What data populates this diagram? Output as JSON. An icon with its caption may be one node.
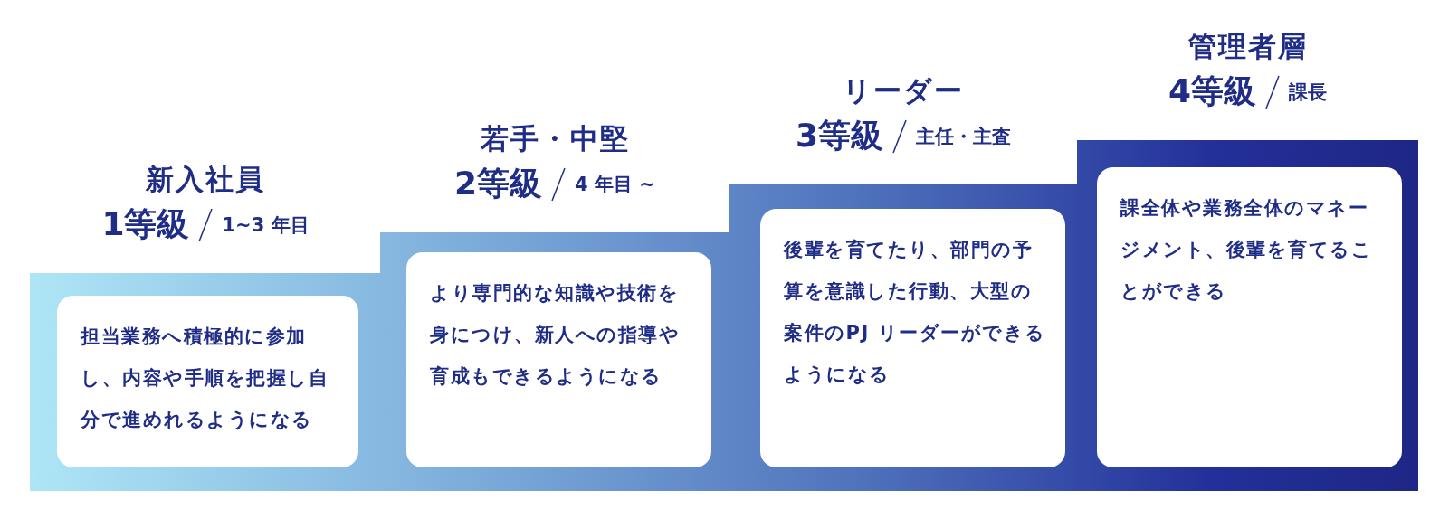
{
  "diagram": {
    "nodes": [
      {
        "text": [
          "新入社員",
          "1等級",
          "1~3 年目"
        ]
      },
      {
        "text": [
          "担当業務へ積極的に参加し、内容や手順を把握し自分で進めれるようになる"
        ],
        "in": 0
      },
      {
        "text": [
          "若手・中堅",
          "2等級",
          "4 年目 ~"
        ]
      },
      {
        "text": [
          "より専門的な知識や技術を身につけ、新人への指導や育成もできるようになる"
        ],
        "in": 2
      },
      {
        "text": [
          "リーダー",
          "3等級",
          "主任・主査"
        ]
      },
      {
        "text": [
          "後輩を育てたり、部門の予算を意識した行動、大型の案件のPJ リーダーができるようになる"
        ],
        "in": 4
      },
      {
        "text": [
          "管理者層",
          "4等級",
          "課長"
        ]
      },
      {
        "text": [
          "課全体や業務全体のマネージメント、後輩を育てることができる"
        ],
        "in": 6
      }
    ],
    "edges": []
  }
}
